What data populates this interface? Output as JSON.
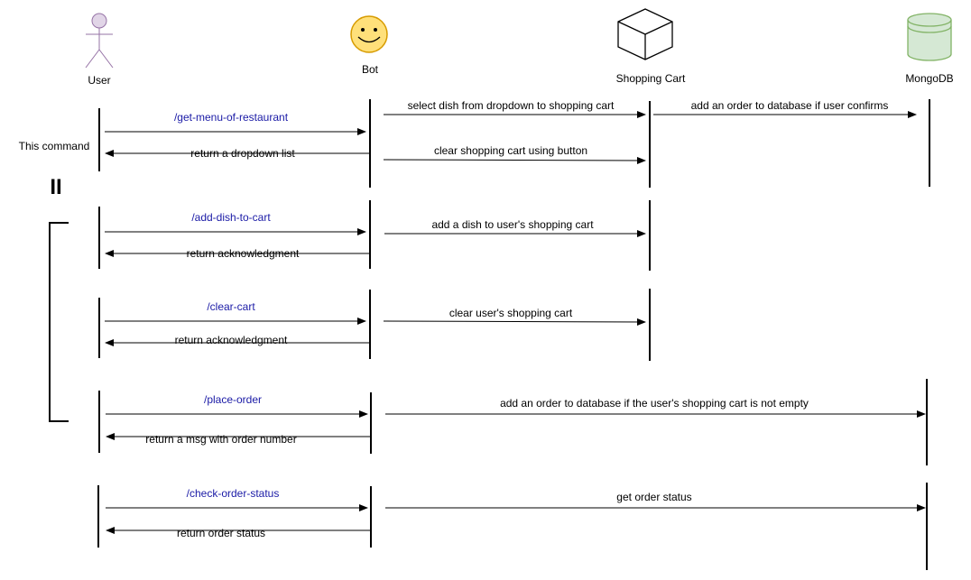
{
  "participants": {
    "user": {
      "label": "User",
      "icon": "stick-figure-icon",
      "color": "#e1d5e7",
      "stroke": "#9673a6"
    },
    "bot": {
      "label": "Bot",
      "icon": "smiley-face-icon",
      "color": "#ffe07a",
      "stroke": "#d79b00"
    },
    "cart": {
      "label": "Shopping Cart",
      "icon": "cube-icon"
    },
    "mongodb": {
      "label": "MongoDB",
      "icon": "database-cylinder-icon",
      "color": "#d5e8d4",
      "stroke": "#82b366"
    }
  },
  "annotation": {
    "text": "This command",
    "equals": "II"
  },
  "groups": [
    {
      "command": "/get-menu-of-restaurant",
      "response": "return a dropdown list",
      "extra": [
        {
          "from": "bot",
          "to": "cart",
          "label": "select dish from dropdown to shopping cart"
        },
        {
          "from": "cart",
          "to": "mongodb",
          "label": "add an order to database if user confirms"
        },
        {
          "from": "bot",
          "to": "cart",
          "label": "clear shopping cart using button"
        }
      ]
    },
    {
      "command": "/add-dish-to-cart",
      "response": "return acknowledgment",
      "extra": [
        {
          "from": "bot",
          "to": "cart",
          "label": "add a dish to user's shopping cart"
        }
      ]
    },
    {
      "command": "/clear-cart",
      "response": "return acknowledgment",
      "extra": [
        {
          "from": "bot",
          "to": "cart",
          "label": "clear user's shopping cart"
        }
      ]
    },
    {
      "command": "/place-order",
      "response": "return a msg with order number",
      "extra": [
        {
          "from": "bot",
          "to": "mongodb",
          "label": "add an order to database if the user's shopping cart is not empty"
        }
      ]
    },
    {
      "command": "/check-order-status",
      "response": "return order status",
      "extra": [
        {
          "from": "bot",
          "to": "mongodb",
          "label": "get order status"
        }
      ]
    }
  ]
}
